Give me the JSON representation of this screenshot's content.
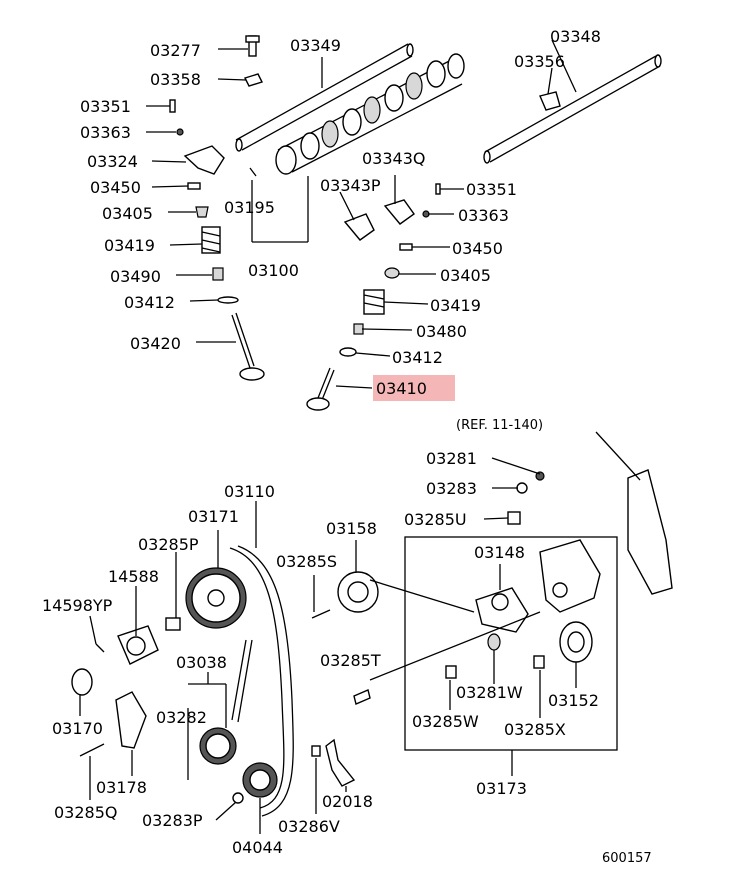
{
  "highlight_color": "#f4b6b6",
  "labels": {
    "p03277": "03277",
    "p03349": "03349",
    "p03358": "03358",
    "p03351a": "03351",
    "p03363a": "03363",
    "p03324": "03324",
    "p03450a": "03450",
    "p03405a": "03405",
    "p03195": "03195",
    "p03419a": "03419",
    "p03490": "03490",
    "p03100": "03100",
    "p03412a": "03412",
    "p03420": "03420",
    "p03348": "03348",
    "p03356": "03356",
    "p03343q": "03343Q",
    "p03343p": "03343P",
    "p03351b": "03351",
    "p03363b": "03363",
    "p03450b": "03450",
    "p03405b": "03405",
    "p03419b": "03419",
    "p03480": "03480",
    "p03412b": "03412",
    "p03410": "03410",
    "ref": "(REF. 11-140)",
    "p03281": "03281",
    "p03283": "03283",
    "p03285u": "03285U",
    "p03110": "03110",
    "p03171": "03171",
    "p03158": "03158",
    "p03285p": "03285P",
    "p03148": "03148",
    "p03285s": "03285S",
    "p14588": "14588",
    "p14598yp": "14598YP",
    "p03038": "03038",
    "p03285t": "03285T",
    "p03282": "03282",
    "p03170": "03170",
    "p03281w": "03281W",
    "p03152": "03152",
    "p03285w": "03285W",
    "p03285x": "03285X",
    "p03178": "03178",
    "p02018": "02018",
    "p03173": "03173",
    "p03285q": "03285Q",
    "p03283p": "03283P",
    "p03286v": "03286V",
    "p04044": "04044",
    "code": "600157"
  }
}
